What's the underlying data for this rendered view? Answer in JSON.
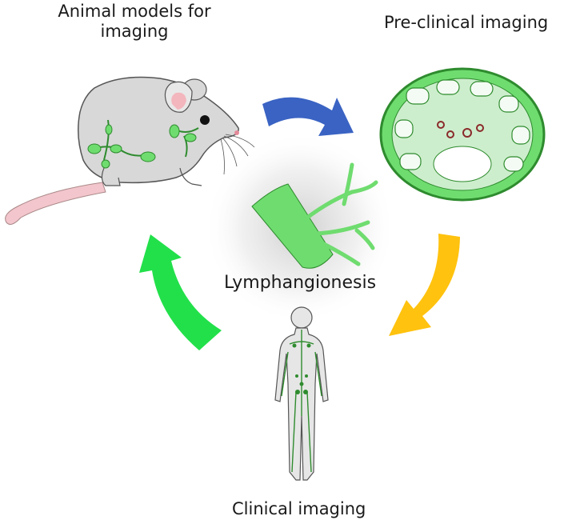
{
  "diagram": {
    "stages": {
      "animal_models": "Animal models for imaging",
      "preclinical": "Pre-clinical imaging",
      "center": "Lymphangionesis",
      "clinical": "Clinical imaging"
    },
    "arrows": [
      {
        "from": "animal_models",
        "to": "preclinical",
        "color": "#3a63c3"
      },
      {
        "from": "preclinical",
        "to": "clinical",
        "color": "#ffc20e"
      },
      {
        "from": "clinical",
        "to": "animal_models",
        "color": "#22e04a"
      }
    ],
    "colors": {
      "lymph_green": "#2e8b2e",
      "light_green": "#6fdc6f",
      "mouse_grey": "#d8d8d8"
    },
    "icons": [
      "mouse-illustration",
      "lymph-node-cross-section",
      "lymphatic-vessel",
      "human-lymphatic-system"
    ]
  }
}
